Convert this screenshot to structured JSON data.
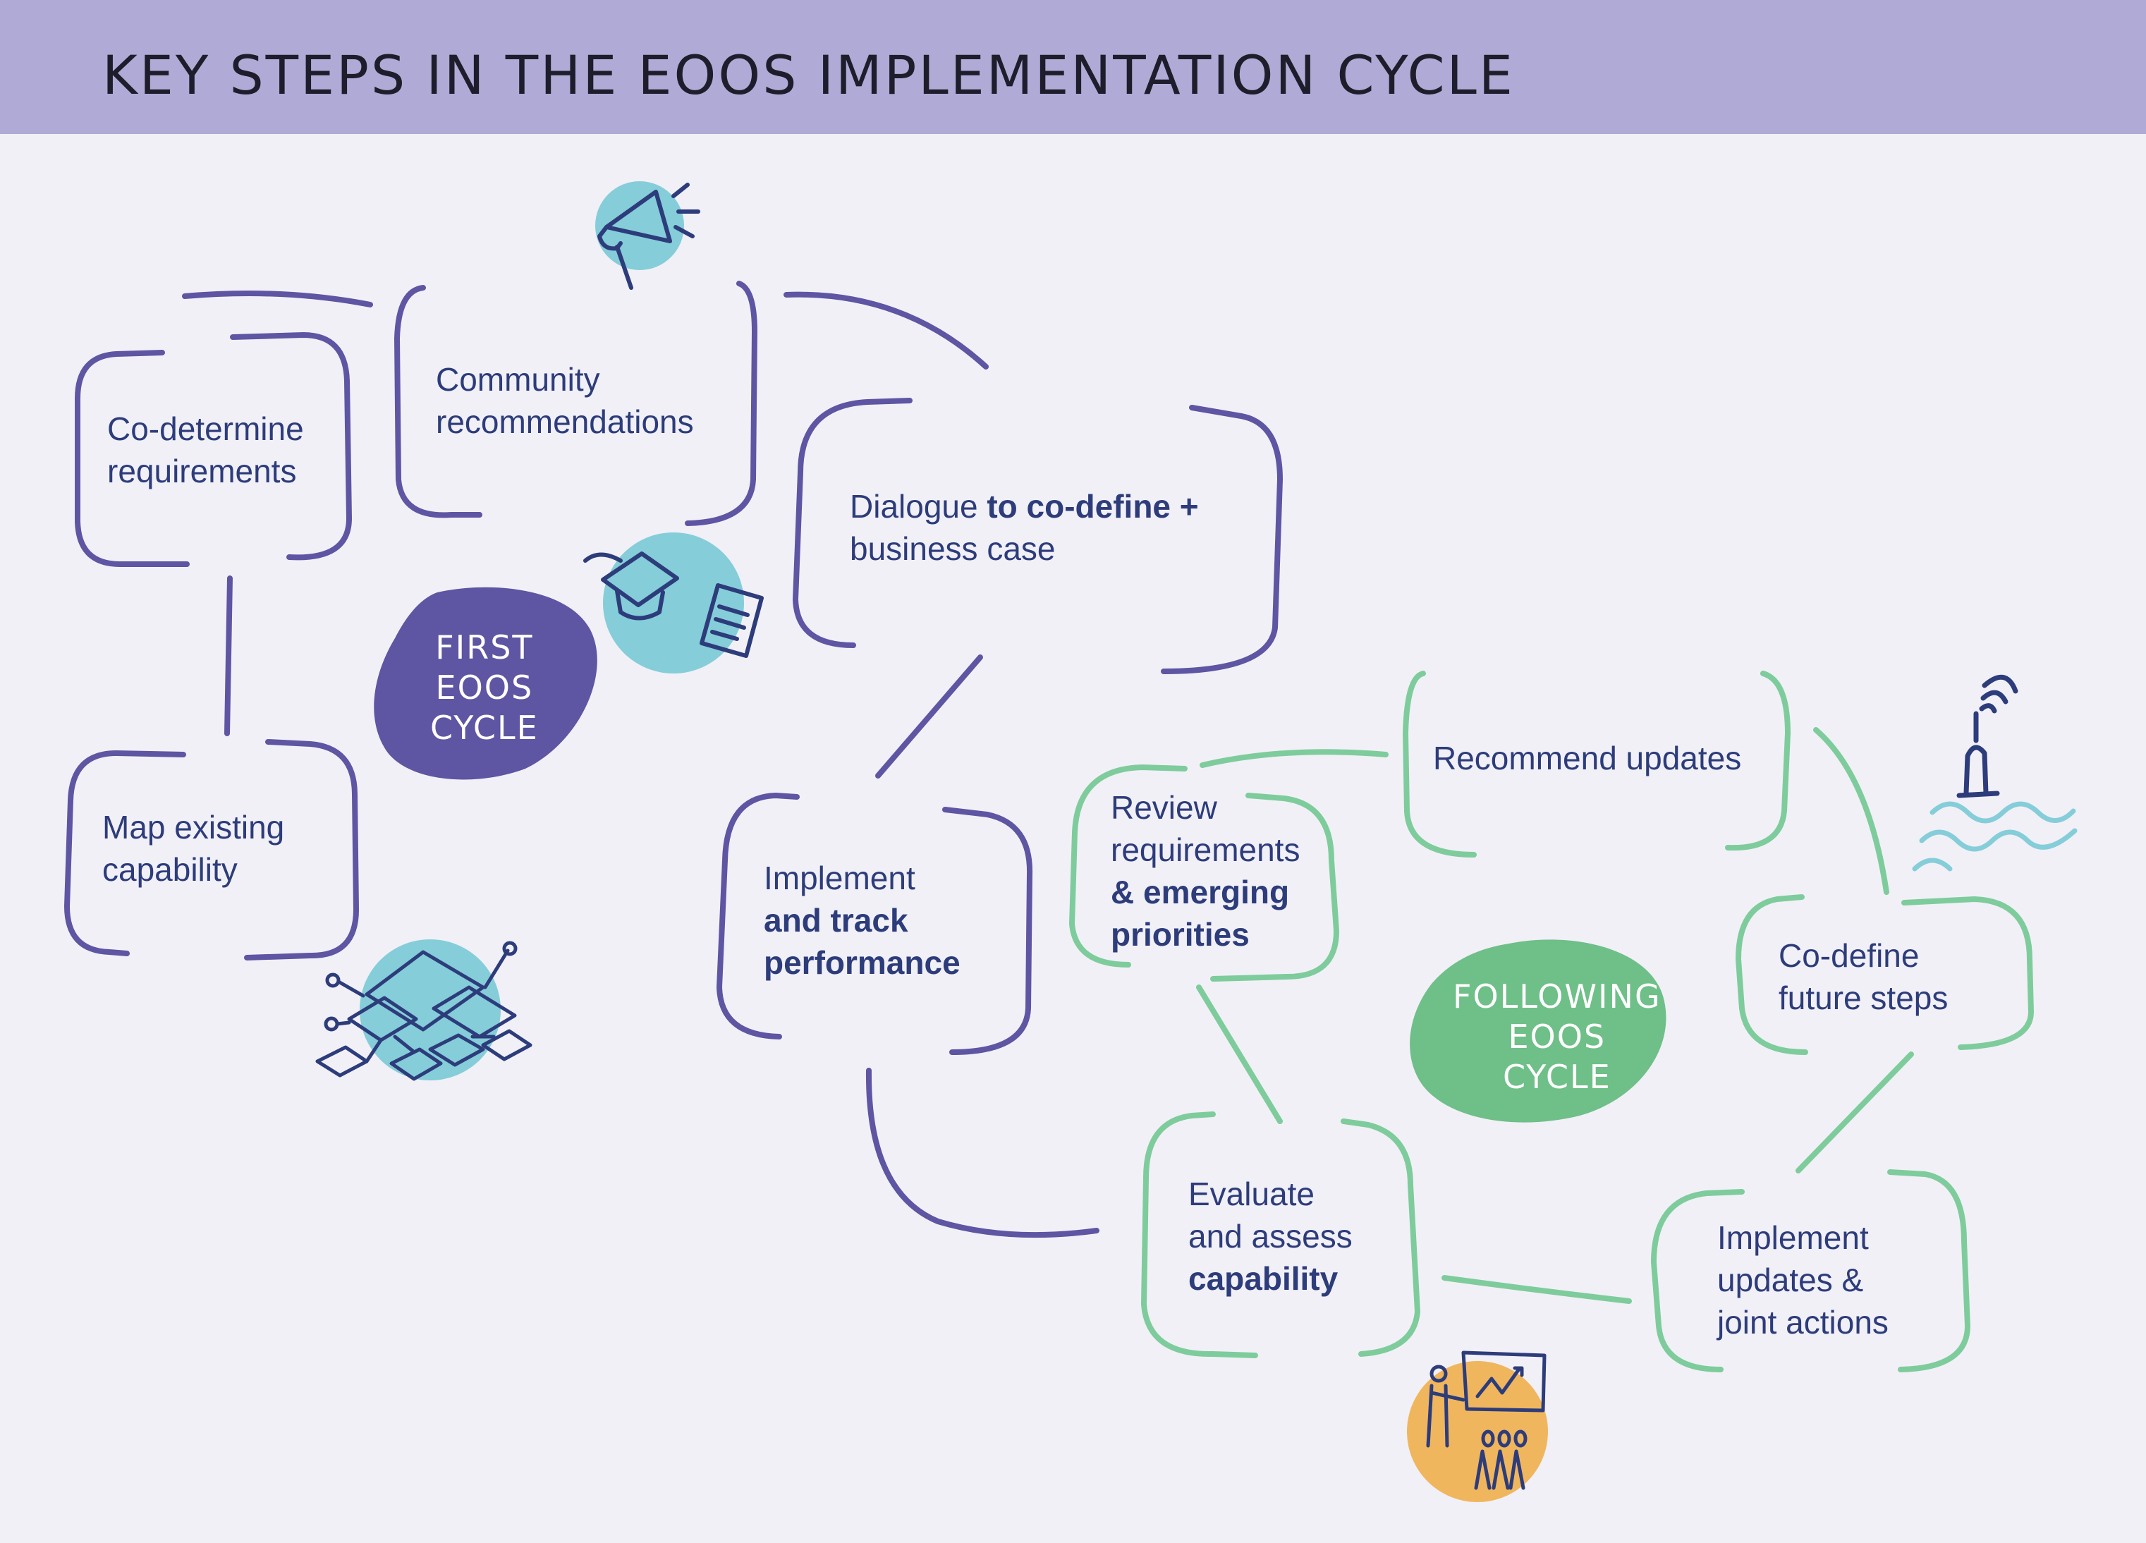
{
  "title": "KEY STEPS IN THE EOOS IMPLEMENTATION CYCLE",
  "colors": {
    "header_bg": "#afabd6",
    "first_cycle": "#5e55a3",
    "following_cycle": "#7ecc9c",
    "text": "#2d3c7a",
    "icon_blue": "#85cdd9",
    "icon_orange": "#f0b65e"
  },
  "cycles": {
    "first": {
      "label": [
        "FIRST",
        "EOOS",
        "CYCLE"
      ],
      "steps": {
        "map": [
          "Map existing",
          "capability"
        ],
        "codetermine": [
          "Co-determine",
          "requirements"
        ],
        "community": [
          "Community",
          "recommendations"
        ],
        "dialogue": {
          "l1_plain": "Dialogue ",
          "l1_bold": "to co-define +",
          "l2": "business case"
        },
        "implement": {
          "l1": "Implement",
          "l2": "and track",
          "l3": "performance"
        }
      }
    },
    "following": {
      "label": [
        "FOLLOWING",
        "EOOS",
        "CYCLE"
      ],
      "steps": {
        "evaluate": {
          "l1": "Evaluate",
          "l2": "and assess",
          "l3": "capability"
        },
        "review": {
          "l1": "Review",
          "l2": "requirements",
          "l3": "& emerging",
          "l4": "priorities"
        },
        "recommend": [
          "Recommend updates"
        ],
        "codefine": [
          "Co-define",
          "future steps"
        ],
        "implement_updates": [
          "Implement",
          "updates &",
          "joint actions"
        ]
      }
    }
  },
  "icons": [
    "megaphone-icon",
    "graduation-cap-icon",
    "document-icon",
    "network-diagram-icon",
    "buoy-waves-icon",
    "presentation-audience-icon"
  ]
}
